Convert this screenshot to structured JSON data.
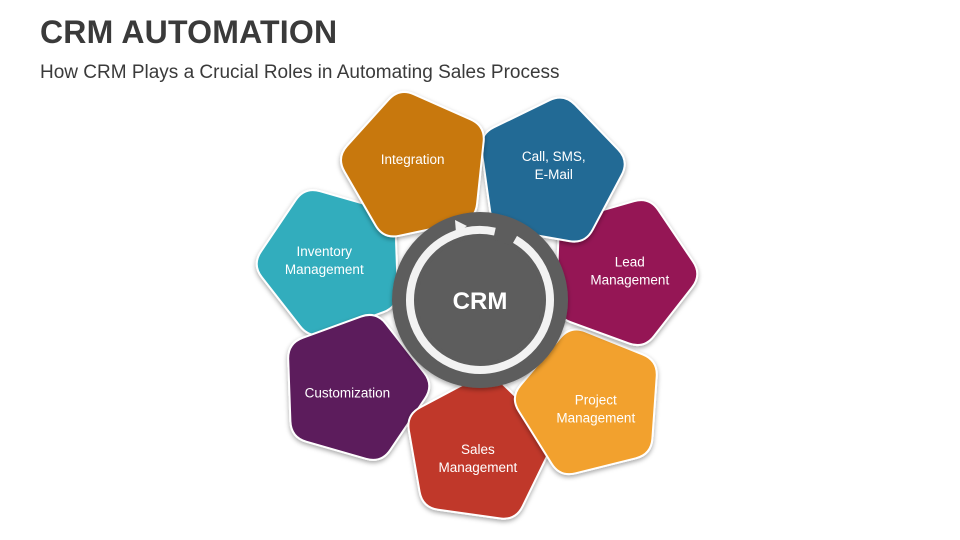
{
  "header": {
    "title": "CRM AUTOMATION",
    "subtitle": "How CRM Plays a Crucial Roles in Automating Sales Process"
  },
  "center": {
    "label": "CRM",
    "fill_color": "#5d5d5d",
    "ring_color": "#f2f2f2"
  },
  "segments": [
    {
      "id": "integration",
      "lines": [
        "Integration"
      ],
      "color": "#c8780e"
    },
    {
      "id": "call-sms-email",
      "lines": [
        "Call, SMS,",
        "E-Mail"
      ],
      "color": "#226a95"
    },
    {
      "id": "lead-management",
      "lines": [
        "Lead",
        "Management"
      ],
      "color": "#951654"
    },
    {
      "id": "project-management",
      "lines": [
        "Project",
        "Management"
      ],
      "color": "#f2a12e"
    },
    {
      "id": "sales-management",
      "lines": [
        "Sales",
        "Management"
      ],
      "color": "#c0392b"
    },
    {
      "id": "customization",
      "lines": [
        "Customization"
      ],
      "color": "#5c1d5c"
    },
    {
      "id": "inventory-management",
      "lines": [
        "Inventory",
        "Management"
      ],
      "color": "#33adbd"
    }
  ]
}
